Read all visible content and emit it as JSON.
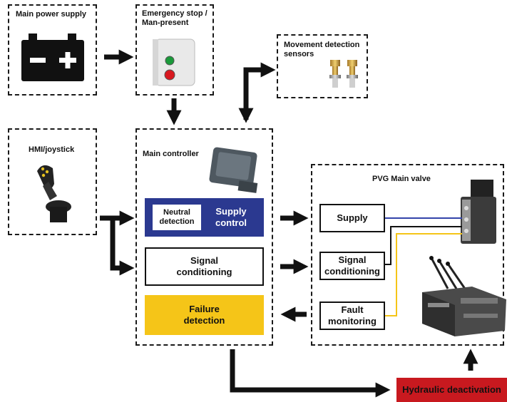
{
  "blocks": {
    "power": {
      "label": "Main power supply"
    },
    "estop": {
      "label": "Emergency stop / Man-present"
    },
    "sensors": {
      "label": "Movement detection sensors"
    },
    "hmi": {
      "label": "HMI/joystick"
    },
    "controller": {
      "label": "Main controller",
      "neutral_detection": "Neutral detection",
      "supply_control": "Supply control",
      "signal_conditioning": "Signal conditioning",
      "failure_detection": "Failure detection"
    },
    "pvg": {
      "label": "PVG Main valve",
      "supply": "Supply",
      "signal_conditioning": "Signal conditioning",
      "fault_monitoring": "Fault monitoring"
    },
    "hydraulic": {
      "label": "Hydraulic deactivation"
    }
  },
  "colors": {
    "supply_control_bg": "#2b3990",
    "failure_bg": "#f5c518",
    "hydraulic_bg": "#c8191f",
    "wire_blue": "#3344aa",
    "wire_yellow": "#f5c518",
    "wire_black": "#111111"
  }
}
